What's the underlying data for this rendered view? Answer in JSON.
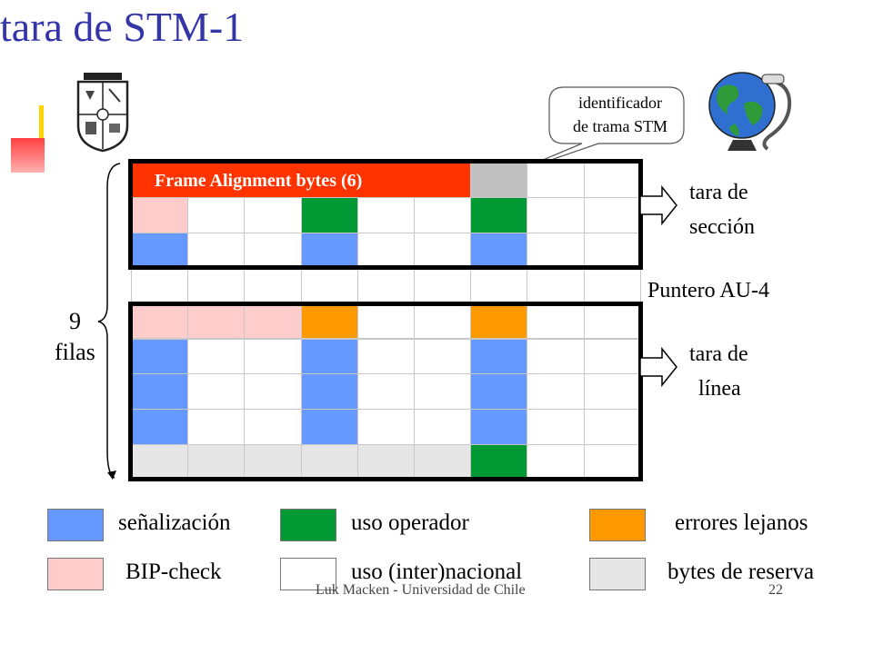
{
  "slide": {
    "title": "tara de STM-1",
    "footer": "Luk Macken - Universidad de Chile",
    "page_number": "22"
  },
  "callout": {
    "line1": "identificador",
    "line2": "de trama STM"
  },
  "frame_alignment_label": "Frame Alignment bytes (6)",
  "labels": {
    "section_overhead_1": "tara de",
    "section_overhead_2": "sección",
    "pointer": "Puntero AU-4",
    "line_overhead_1": "tara de",
    "line_overhead_2": "línea",
    "rows_1": "9",
    "rows_2": "filas"
  },
  "colors": {
    "senalizacion": "#6699ff",
    "uso_operador": "#009933",
    "errores_lejanos": "#ff9900",
    "bip_check": "#ffcccc",
    "uso_internacional": "#ffffff",
    "bytes_reserva": "#e6e6e6",
    "frame_alignment": "#ff3300",
    "identificador": "#c0c0c0"
  },
  "grid_rows": [
    [
      "FA",
      "FA",
      "FA",
      "FA",
      "FA",
      "FA",
      "ID",
      "W",
      "W"
    ],
    [
      "P",
      "W",
      "W",
      "G",
      "W",
      "W",
      "G",
      "W",
      "W"
    ],
    [
      "B",
      "W",
      "W",
      "B",
      "W",
      "W",
      "B",
      "W",
      "W"
    ],
    [
      "W",
      "W",
      "W",
      "W",
      "W",
      "W",
      "W",
      "W",
      "W"
    ],
    [
      "P",
      "P",
      "P",
      "O",
      "W",
      "W",
      "O",
      "W",
      "W"
    ],
    [
      "B",
      "W",
      "W",
      "B",
      "W",
      "W",
      "B",
      "W",
      "W"
    ],
    [
      "B",
      "W",
      "W",
      "B",
      "W",
      "W",
      "B",
      "W",
      "W"
    ],
    [
      "B",
      "W",
      "W",
      "B",
      "W",
      "W",
      "B",
      "W",
      "W"
    ],
    [
      "R",
      "R",
      "R",
      "R",
      "R",
      "R",
      "G",
      "W",
      "W"
    ]
  ],
  "legend": [
    {
      "key": "senalizacion",
      "label": "señalización"
    },
    {
      "key": "uso_operador",
      "label": "uso operador"
    },
    {
      "key": "errores_lejanos",
      "label": "errores lejanos"
    },
    {
      "key": "bip_check",
      "label": "BIP-check"
    },
    {
      "key": "uso_internacional",
      "label": "uso (inter)nacional"
    },
    {
      "key": "bytes_reserva",
      "label": "bytes de reserva"
    }
  ]
}
